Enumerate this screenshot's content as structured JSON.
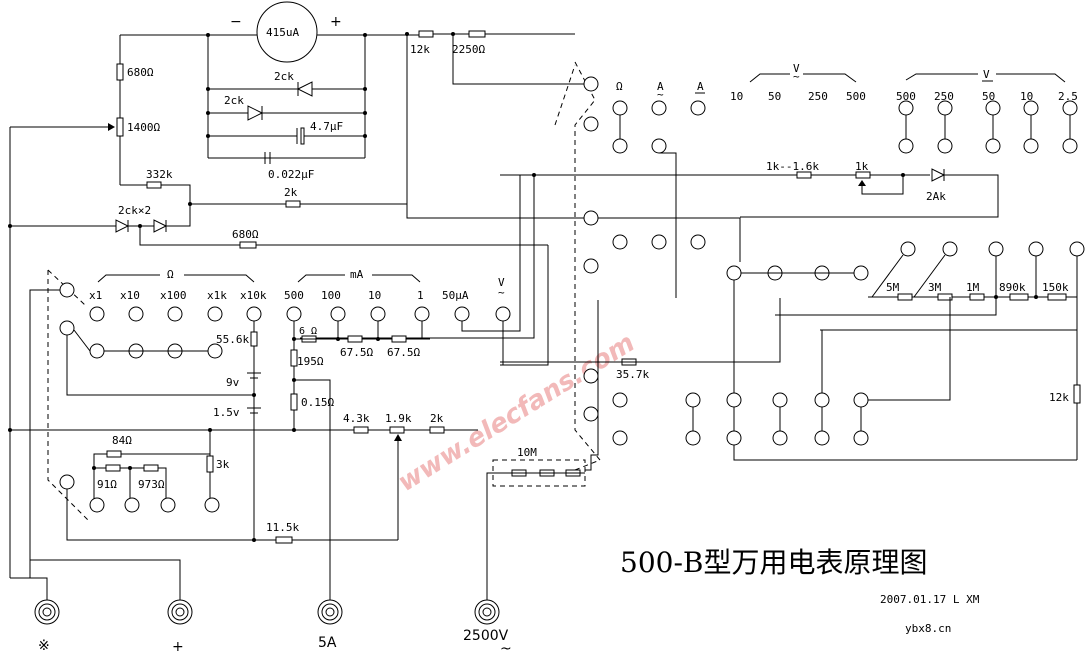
{
  "title": "500-B型万用电表原理图",
  "signature": "2007.01.17  L XM",
  "source_site": "ybx8.cn",
  "watermark": "www.elecfans.com",
  "meter": {
    "label": "415uA",
    "minus": "−",
    "plus": "+"
  },
  "resistors": {
    "r680": "680Ω",
    "r1400": "1400Ω",
    "r332k": "332k",
    "r12k": "12k",
    "r2250": "2250Ω",
    "r2k_top": "2k",
    "r680b": "680Ω",
    "r1k_16k": "1k--1.6k",
    "r1k": "1k",
    "r55_6k": "55.6k",
    "r195": "195Ω",
    "r0_15": "0.15Ω",
    "r6": "6 Ω",
    "r67_5a": "67.5Ω",
    "r67_5b": "67.5Ω",
    "r84": "84Ω",
    "r91": "91Ω",
    "r973": "973Ω",
    "r3k": "3k",
    "r11_5k": "11.5k",
    "r4_3k": "4.3k",
    "r1_9k": "1.9k",
    "r2k_b": "2k",
    "r35_7k": "35.7k",
    "r10M": "10M",
    "r5M": "5M",
    "r3M": "3M",
    "r1M": "1M",
    "r890k": "890k",
    "r150k": "150k",
    "r12k_right": "12k"
  },
  "components": {
    "diode_2ck_a": "2ck",
    "diode_2ck_b": "2ck",
    "cap_4_7uF": "4.7μF",
    "cap_0_022uF": "0.022μF",
    "diode_pair": "2ck×2",
    "diode_2ak": "2Ak",
    "bat_9v": "9v",
    "bat_1_5v": "1.5v"
  },
  "scales": {
    "ac_v_marker": "V",
    "ac_v": [
      "10",
      "50",
      "250",
      "500"
    ],
    "dc_v_marker": "V",
    "dc_v": [
      "500",
      "250",
      "50",
      "10",
      "2.5"
    ],
    "ohm_switch": "Ω",
    "ac_a": "A",
    "dc_a": "A",
    "ohm_marker": "Ω",
    "ohm": [
      "x1",
      "x10",
      "x100",
      "x1k",
      "x10k"
    ],
    "ma_marker": "mA",
    "ma": [
      "500",
      "100",
      "10",
      "1"
    ],
    "ua": "50μA",
    "v_mark": "V"
  },
  "terminals": [
    {
      "label": "※"
    },
    {
      "label": "+"
    },
    {
      "label": "5A"
    },
    {
      "label": "2500V"
    }
  ],
  "terminal_sub": "~",
  "ac_tilde": "~"
}
